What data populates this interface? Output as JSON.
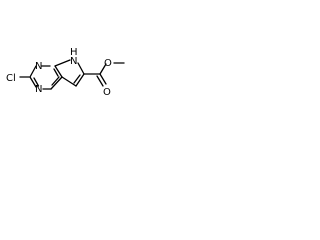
{
  "molecule": {
    "atoms": {
      "chlorine": "Cl",
      "nitrogen_top": "N",
      "nitrogen_bottom": "N",
      "nitrogen_pyrrole": "N",
      "hydrogen_pyrrole": "H",
      "oxygen_carbonyl": "O",
      "oxygen_ester": "O"
    }
  },
  "colors": {
    "background": "#ffffff",
    "ink": "#000000"
  }
}
